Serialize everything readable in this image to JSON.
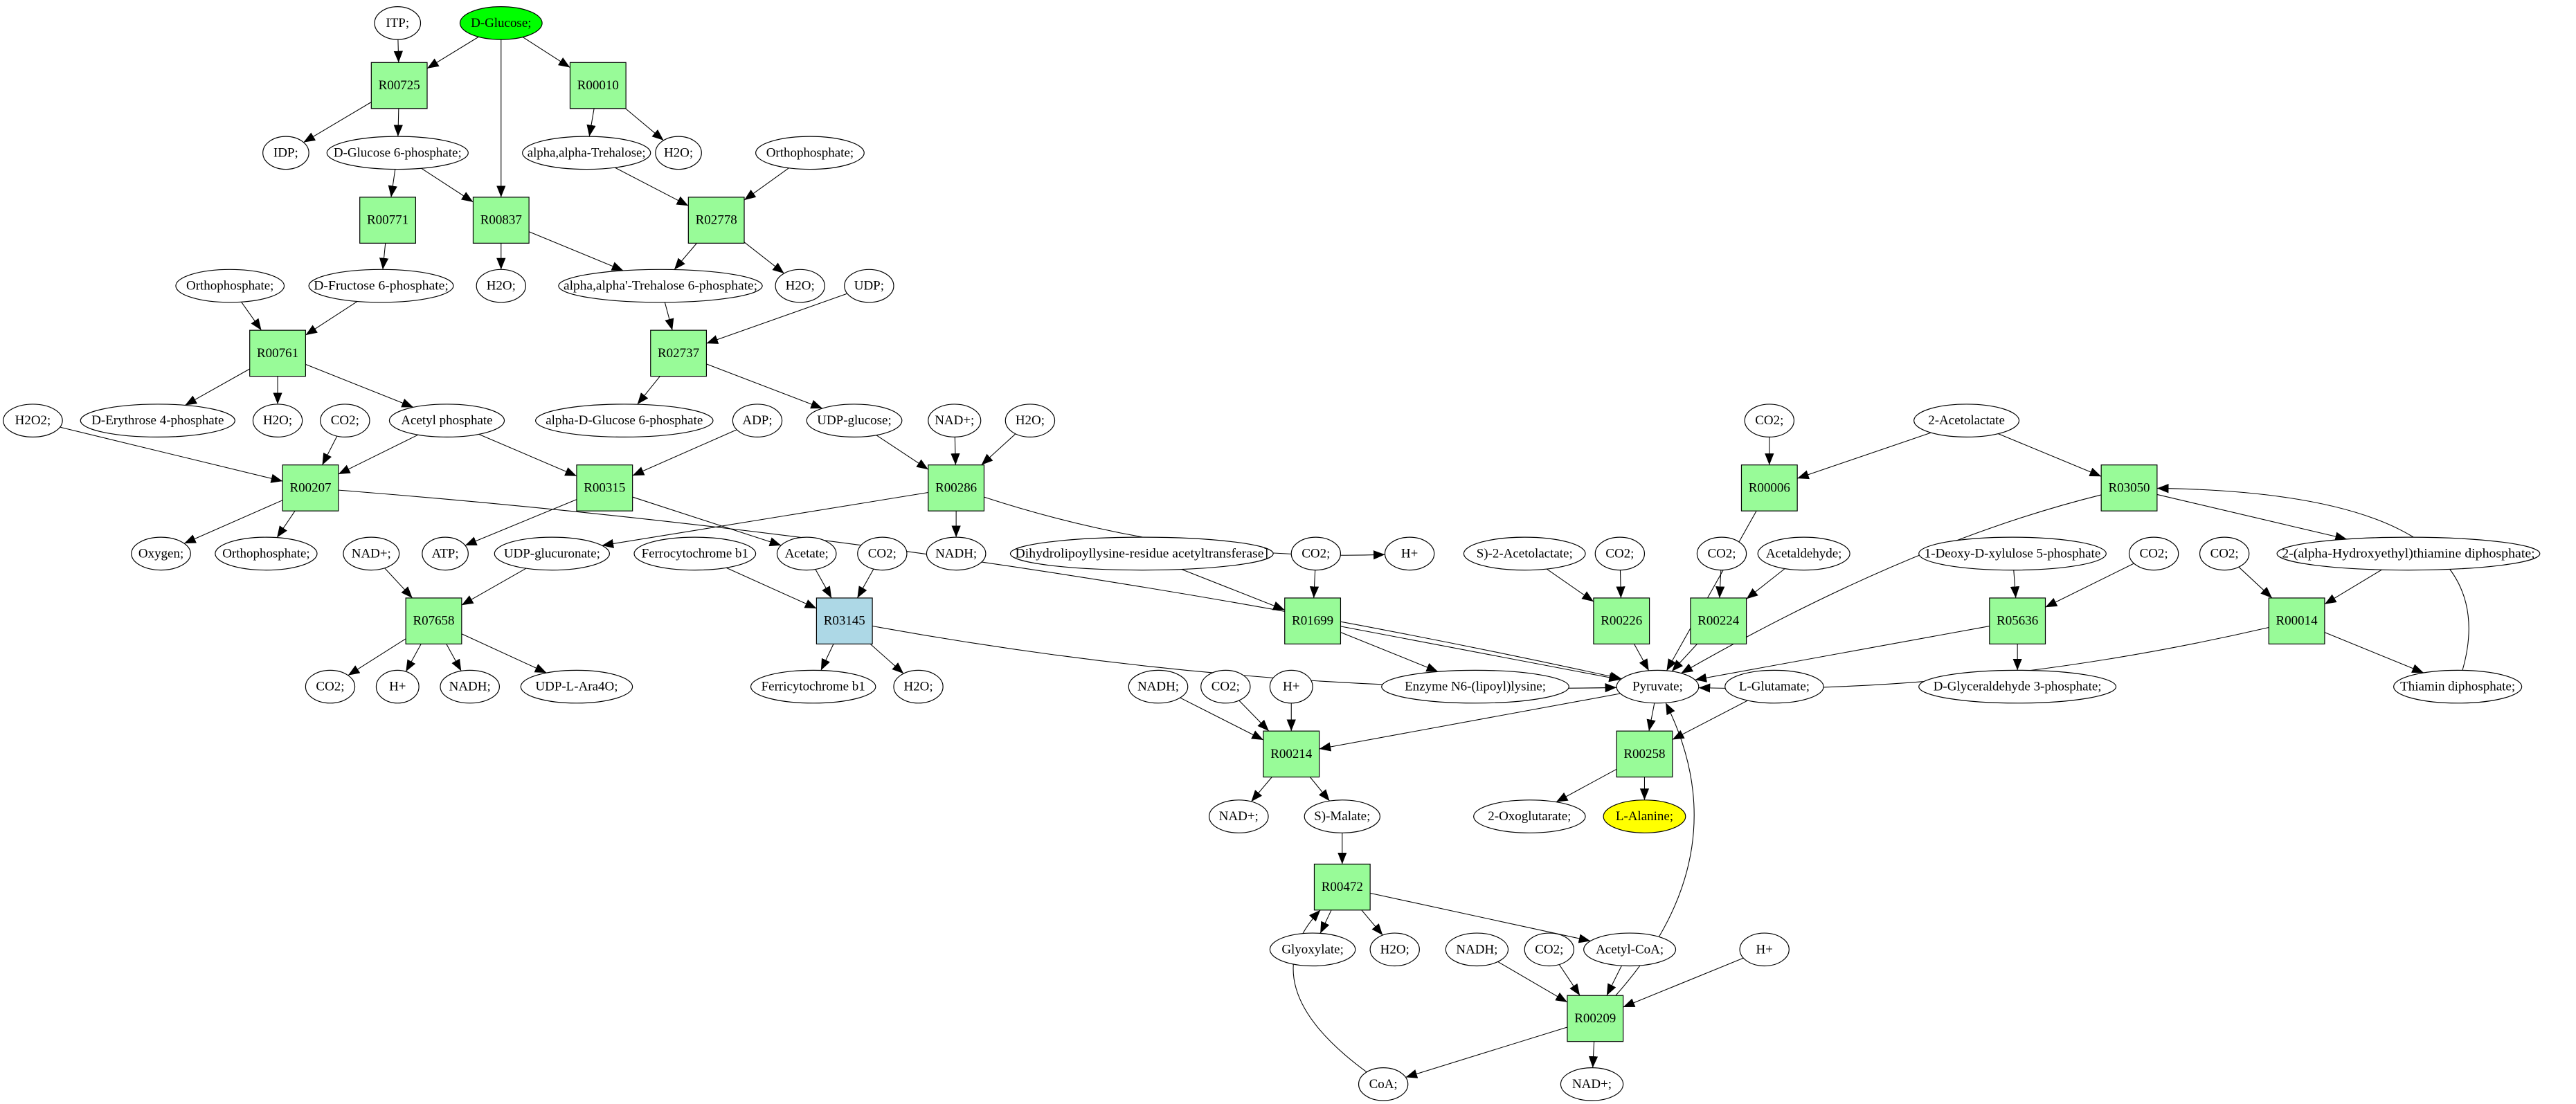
{
  "title": "Metabolic pathway graph: D-Glucose to L-Alanine",
  "colors": {
    "source": "#00ff00",
    "target": "#ffff00",
    "reaction": "#98fb98",
    "reaction_alt": "#add8e6",
    "compound": "#ffffff"
  },
  "nodes": {
    "itp": {
      "label": "ITP;",
      "kind": "compound"
    },
    "glc": {
      "label": "D-Glucose;",
      "kind": "source"
    },
    "R00725": {
      "label": "R00725",
      "kind": "reaction"
    },
    "R00010": {
      "label": "R00010",
      "kind": "reaction"
    },
    "idp": {
      "label": "IDP;",
      "kind": "compound"
    },
    "g6p": {
      "label": "D-Glucose 6-phosphate;",
      "kind": "compound"
    },
    "treh": {
      "label": "alpha,alpha-Trehalose;",
      "kind": "compound"
    },
    "h2o_a": {
      "label": "H2O;",
      "kind": "compound"
    },
    "pi_a": {
      "label": "Orthophosphate;",
      "kind": "compound"
    },
    "R00771": {
      "label": "R00771",
      "kind": "reaction"
    },
    "R00837": {
      "label": "R00837",
      "kind": "reaction"
    },
    "R02778": {
      "label": "R02778",
      "kind": "reaction"
    },
    "pi_b": {
      "label": "Orthophosphate;",
      "kind": "compound"
    },
    "f6p": {
      "label": "D-Fructose 6-phosphate;",
      "kind": "compound"
    },
    "h2o_b": {
      "label": "H2O;",
      "kind": "compound"
    },
    "t6p": {
      "label": "alpha,alpha'-Trehalose 6-phosphate;",
      "kind": "compound"
    },
    "h2o_c": {
      "label": "H2O;",
      "kind": "compound"
    },
    "udp": {
      "label": "UDP;",
      "kind": "compound"
    },
    "R00761": {
      "label": "R00761",
      "kind": "reaction"
    },
    "R02737": {
      "label": "R02737",
      "kind": "reaction"
    },
    "h2o2": {
      "label": "H2O2;",
      "kind": "compound"
    },
    "e4p": {
      "label": "D-Erythrose 4-phosphate",
      "kind": "compound"
    },
    "h2o_d": {
      "label": "H2O;",
      "kind": "compound"
    },
    "co2_a": {
      "label": "CO2;",
      "kind": "compound"
    },
    "acp": {
      "label": "Acetyl phosphate",
      "kind": "compound"
    },
    "adg6p": {
      "label": "alpha-D-Glucose 6-phosphate",
      "kind": "compound"
    },
    "adp": {
      "label": "ADP;",
      "kind": "compound"
    },
    "udpglc": {
      "label": "UDP-glucose;",
      "kind": "compound"
    },
    "nad_a": {
      "label": "NAD+;",
      "kind": "compound"
    },
    "h2o_e": {
      "label": "H2O;",
      "kind": "compound"
    },
    "co2_f": {
      "label": "CO2;",
      "kind": "compound"
    },
    "acetolac": {
      "label": "2-Acetolactate",
      "kind": "compound"
    },
    "R00207": {
      "label": "R00207",
      "kind": "reaction"
    },
    "R00315": {
      "label": "R00315",
      "kind": "reaction"
    },
    "R00286": {
      "label": "R00286",
      "kind": "reaction"
    },
    "R00006": {
      "label": "R00006",
      "kind": "reaction"
    },
    "R03050": {
      "label": "R03050",
      "kind": "reaction"
    },
    "oxygen": {
      "label": "Oxygen;",
      "kind": "compound"
    },
    "pi_c": {
      "label": "Orthophosphate;",
      "kind": "compound"
    },
    "nad_b": {
      "label": "NAD+;",
      "kind": "compound"
    },
    "atp": {
      "label": "ATP;",
      "kind": "compound"
    },
    "udpgluc": {
      "label": "UDP-glucuronate;",
      "kind": "compound"
    },
    "ferro": {
      "label": "Ferrocytochrome b1",
      "kind": "compound"
    },
    "acetate": {
      "label": "Acetate;",
      "kind": "compound"
    },
    "co2_b": {
      "label": "CO2;",
      "kind": "compound"
    },
    "nadh_a": {
      "label": "NADH;",
      "kind": "compound"
    },
    "dihydro": {
      "label": "Dihydrolipoyllysine-residue acetyltransferase]",
      "kind": "compound"
    },
    "co2_c": {
      "label": "CO2;",
      "kind": "compound"
    },
    "h_a": {
      "label": "H+",
      "kind": "compound"
    },
    "s2ac": {
      "label": "S)-2-Acetolactate;",
      "kind": "compound"
    },
    "co2_d": {
      "label": "CO2;",
      "kind": "compound"
    },
    "co2_e": {
      "label": "CO2;",
      "kind": "compound"
    },
    "acald": {
      "label": "Acetaldehyde;",
      "kind": "compound"
    },
    "dxp": {
      "label": "1-Deoxy-D-xylulose 5-phosphate",
      "kind": "compound"
    },
    "co2_g": {
      "label": "CO2;",
      "kind": "compound"
    },
    "co2_h": {
      "label": "CO2;",
      "kind": "compound"
    },
    "hetdp": {
      "label": "2-(alpha-Hydroxyethyl)thiamine diphosphate;",
      "kind": "compound"
    },
    "R07658": {
      "label": "R07658",
      "kind": "reaction"
    },
    "R03145": {
      "label": "R03145",
      "kind": "reaction_alt"
    },
    "R01699": {
      "label": "R01699",
      "kind": "reaction"
    },
    "R00226": {
      "label": "R00226",
      "kind": "reaction"
    },
    "R00224": {
      "label": "R00224",
      "kind": "reaction"
    },
    "R05636": {
      "label": "R05636",
      "kind": "reaction"
    },
    "R00014": {
      "label": "R00014",
      "kind": "reaction"
    },
    "co2_k": {
      "label": "CO2;",
      "kind": "compound"
    },
    "h_d": {
      "label": "H+",
      "kind": "compound"
    },
    "nadh_d": {
      "label": "NADH;",
      "kind": "compound"
    },
    "ara4o": {
      "label": "UDP-L-Ara4O;",
      "kind": "compound"
    },
    "ferri": {
      "label": "Ferricytochrome b1",
      "kind": "compound"
    },
    "h2o_f": {
      "label": "H2O;",
      "kind": "compound"
    },
    "nadh_b": {
      "label": "NADH;",
      "kind": "compound"
    },
    "co2_i": {
      "label": "CO2;",
      "kind": "compound"
    },
    "h_b": {
      "label": "H+",
      "kind": "compound"
    },
    "enz": {
      "label": "Enzyme N6-(lipoyl)lysine;",
      "kind": "compound"
    },
    "pyr": {
      "label": "Pyruvate;",
      "kind": "compound"
    },
    "glu": {
      "label": "L-Glutamate;",
      "kind": "compound"
    },
    "gap": {
      "label": "D-Glyceraldehyde 3-phosphate;",
      "kind": "compound"
    },
    "thiamin": {
      "label": "Thiamin diphosphate;",
      "kind": "compound"
    },
    "R00214": {
      "label": "R00214",
      "kind": "reaction"
    },
    "R00258": {
      "label": "R00258",
      "kind": "reaction"
    },
    "nad_c": {
      "label": "NAD+;",
      "kind": "compound"
    },
    "malate": {
      "label": "S)-Malate;",
      "kind": "compound"
    },
    "oxoglu": {
      "label": "2-Oxoglutarate;",
      "kind": "compound"
    },
    "ala": {
      "label": "L-Alanine;",
      "kind": "target"
    },
    "R00472": {
      "label": "R00472",
      "kind": "reaction"
    },
    "glyox": {
      "label": "Glyoxylate;",
      "kind": "compound"
    },
    "h2o_g": {
      "label": "H2O;",
      "kind": "compound"
    },
    "nadh_c": {
      "label": "NADH;",
      "kind": "compound"
    },
    "co2_j": {
      "label": "CO2;",
      "kind": "compound"
    },
    "accoa": {
      "label": "Acetyl-CoA;",
      "kind": "compound"
    },
    "h_c": {
      "label": "H+",
      "kind": "compound"
    },
    "R00209": {
      "label": "R00209",
      "kind": "reaction"
    },
    "coa": {
      "label": "CoA;",
      "kind": "compound"
    },
    "nad_d": {
      "label": "NAD+;",
      "kind": "compound"
    }
  },
  "edges": [
    [
      "itp",
      "R00725"
    ],
    [
      "glc",
      "R00725"
    ],
    [
      "glc",
      "R00837"
    ],
    [
      "glc",
      "R00010"
    ],
    [
      "R00725",
      "idp"
    ],
    [
      "R00725",
      "g6p"
    ],
    [
      "R00010",
      "treh"
    ],
    [
      "R00010",
      "h2o_a"
    ],
    [
      "g6p",
      "R00771"
    ],
    [
      "g6p",
      "R00837"
    ],
    [
      "treh",
      "R02778"
    ],
    [
      "pi_a",
      "R02778"
    ],
    [
      "R00771",
      "f6p"
    ],
    [
      "R00837",
      "h2o_b"
    ],
    [
      "R00837",
      "t6p"
    ],
    [
      "R02778",
      "t6p"
    ],
    [
      "R02778",
      "h2o_c"
    ],
    [
      "pi_b",
      "R00761"
    ],
    [
      "f6p",
      "R00761"
    ],
    [
      "t6p",
      "R02737"
    ],
    [
      "udp",
      "R02737"
    ],
    [
      "R00761",
      "e4p"
    ],
    [
      "R00761",
      "h2o_d"
    ],
    [
      "R00761",
      "acp"
    ],
    [
      "R02737",
      "adg6p"
    ],
    [
      "R02737",
      "udpglc"
    ],
    [
      "h2o2",
      "R00207"
    ],
    [
      "co2_a",
      "R00207"
    ],
    [
      "acp",
      "R00207"
    ],
    [
      "acp",
      "R00315"
    ],
    [
      "adp",
      "R00315"
    ],
    [
      "udpglc",
      "R00286"
    ],
    [
      "nad_a",
      "R00286"
    ],
    [
      "h2o_e",
      "R00286"
    ],
    [
      "co2_f",
      "R00006"
    ],
    [
      "acetolac",
      "R00006"
    ],
    [
      "acetolac",
      "R03050"
    ],
    [
      "thiamin",
      "R03050"
    ],
    [
      "R00207",
      "oxygen"
    ],
    [
      "R00207",
      "pi_c"
    ],
    [
      "R00207",
      "pyr"
    ],
    [
      "R00315",
      "atp"
    ],
    [
      "R00315",
      "acetate"
    ],
    [
      "R00286",
      "udpgluc"
    ],
    [
      "R00286",
      "nadh_a"
    ],
    [
      "R00286",
      "h_a"
    ],
    [
      "R00006",
      "pyr"
    ],
    [
      "R03050",
      "pyr"
    ],
    [
      "R03050",
      "hetdp"
    ],
    [
      "nad_b",
      "R07658"
    ],
    [
      "udpgluc",
      "R07658"
    ],
    [
      "ferro",
      "R03145"
    ],
    [
      "acetate",
      "R03145"
    ],
    [
      "co2_b",
      "R03145"
    ],
    [
      "dihydro",
      "R01699"
    ],
    [
      "co2_c",
      "R01699"
    ],
    [
      "s2ac",
      "R00226"
    ],
    [
      "co2_d",
      "R00226"
    ],
    [
      "co2_e",
      "R00224"
    ],
    [
      "acald",
      "R00224"
    ],
    [
      "dxp",
      "R05636"
    ],
    [
      "co2_g",
      "R05636"
    ],
    [
      "co2_h",
      "R00014"
    ],
    [
      "hetdp",
      "R00014"
    ],
    [
      "R07658",
      "co2_k"
    ],
    [
      "R07658",
      "h_d"
    ],
    [
      "R07658",
      "nadh_d"
    ],
    [
      "R07658",
      "ara4o"
    ],
    [
      "R03145",
      "ferri"
    ],
    [
      "R03145",
      "h2o_f"
    ],
    [
      "R03145",
      "pyr"
    ],
    [
      "R01699",
      "enz"
    ],
    [
      "R01699",
      "pyr"
    ],
    [
      "R00226",
      "pyr"
    ],
    [
      "R00224",
      "pyr"
    ],
    [
      "R05636",
      "pyr"
    ],
    [
      "R05636",
      "gap"
    ],
    [
      "R00014",
      "pyr"
    ],
    [
      "R00014",
      "thiamin"
    ],
    [
      "nadh_b",
      "R00214"
    ],
    [
      "co2_i",
      "R00214"
    ],
    [
      "h_b",
      "R00214"
    ],
    [
      "pyr",
      "R00214"
    ],
    [
      "pyr",
      "R00258"
    ],
    [
      "glu",
      "R00258"
    ],
    [
      "R00214",
      "nad_c"
    ],
    [
      "R00214",
      "malate"
    ],
    [
      "R00258",
      "oxoglu"
    ],
    [
      "R00258",
      "ala"
    ],
    [
      "malate",
      "R00472"
    ],
    [
      "R00472",
      "glyox"
    ],
    [
      "R00472",
      "h2o_g"
    ],
    [
      "R00472",
      "accoa"
    ],
    [
      "nadh_c",
      "R00209"
    ],
    [
      "co2_j",
      "R00209"
    ],
    [
      "accoa",
      "R00209"
    ],
    [
      "h_c",
      "R00209"
    ],
    [
      "R00209",
      "coa"
    ],
    [
      "R00209",
      "nad_d"
    ],
    [
      "R00209",
      "pyr"
    ],
    [
      "coa",
      "R00472"
    ]
  ]
}
